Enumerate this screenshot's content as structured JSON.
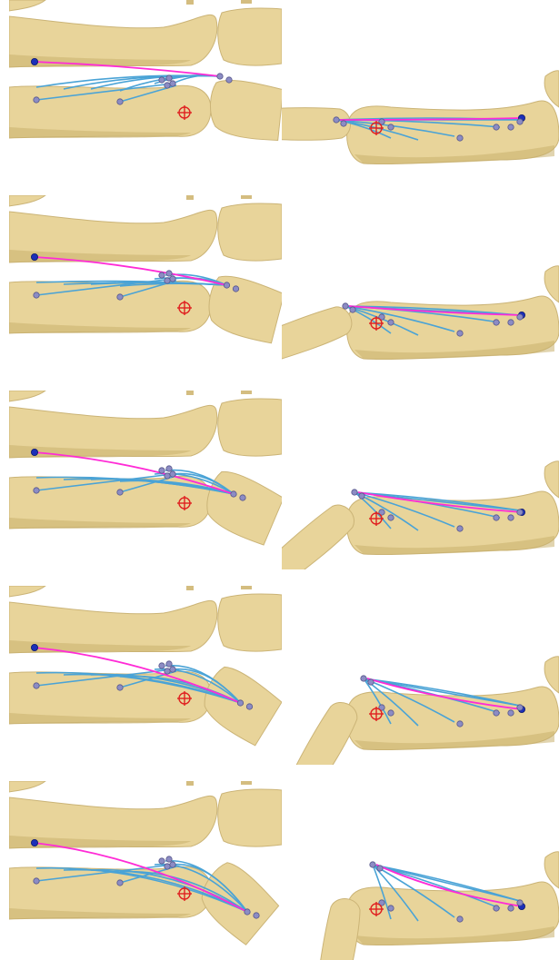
{
  "figure": {
    "rows": 5,
    "columns": 2,
    "views": [
      "lateral",
      "sagittal"
    ],
    "frames": [
      {
        "flexion_stage": 1
      },
      {
        "flexion_stage": 2
      },
      {
        "flexion_stage": 3
      },
      {
        "flexion_stage": 4
      },
      {
        "flexion_stage": 5
      }
    ]
  },
  "colors": {
    "bone": "#e8d49a",
    "bone_outline": "#cbb477",
    "ligament_fibers": "#4aa3d6",
    "line_of_action": "#ff2bd6",
    "marker_points": "#8c8cc4",
    "insertion_point": "#1c2fb8",
    "rotation_center": "#e02020",
    "background": "#ffffff"
  },
  "icons": {
    "rotation_center": "crosshair-icon",
    "attachment_point": "dot-marker-icon"
  }
}
